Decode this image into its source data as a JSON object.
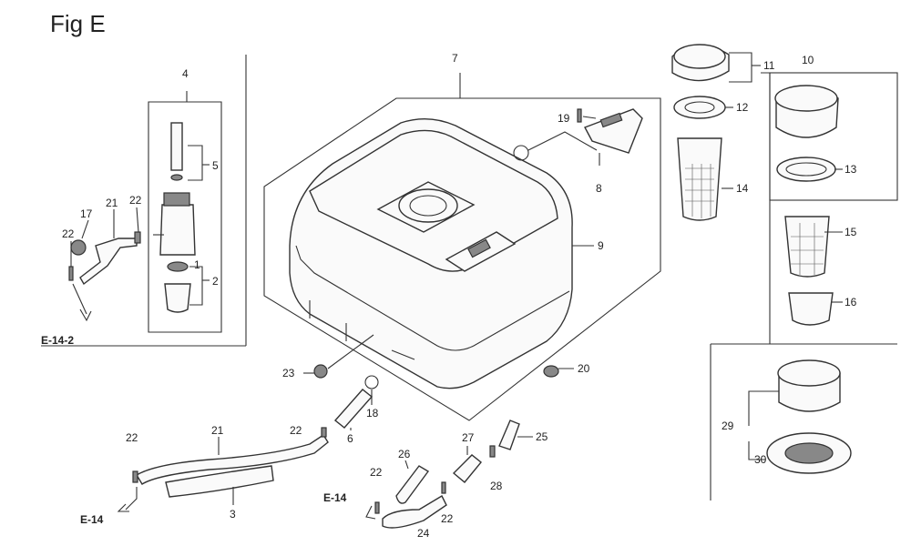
{
  "figure": {
    "title": "Fig E"
  },
  "callouts": {
    "c1": "1",
    "c2": "2",
    "c3": "3",
    "c4": "4",
    "c5": "5",
    "c6": "6",
    "c7": "7",
    "c8": "8",
    "c9": "9",
    "c10": "10",
    "c11": "11",
    "c12": "12",
    "c13": "13",
    "c14": "14",
    "c15": "15",
    "c16": "16",
    "c17": "17",
    "c18": "18",
    "c19": "19",
    "c20": "20",
    "c21a": "21",
    "c21b": "21",
    "c22a": "22",
    "c22b": "22",
    "c22c": "22",
    "c22d": "22",
    "c22e": "22",
    "c22f": "22",
    "c23": "23",
    "c24": "24",
    "c25": "25",
    "c26": "26",
    "c27": "27",
    "c28": "28",
    "c29": "29",
    "c30": "30"
  },
  "references": {
    "r1": "E-14-2",
    "r2": "E-14",
    "r3": "E-14"
  }
}
